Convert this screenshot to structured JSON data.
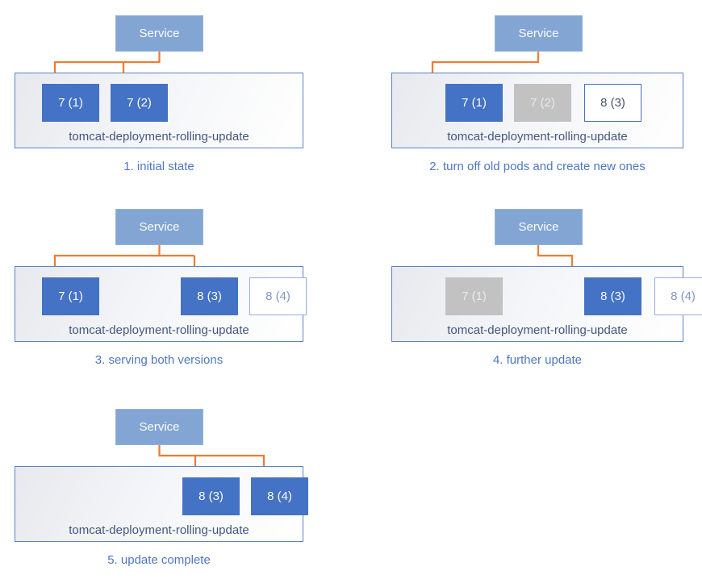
{
  "colors": {
    "pod_active_fill": "#4472C4",
    "pod_stopped_fill": "#C2C2C2",
    "pod_new_border": "#4472C4",
    "service_fill": "#82A5D3",
    "arrow_orange": "#ED7D31",
    "container_border": "#5B83C7",
    "deployment_label_text": "#44587E",
    "caption_text": "#4E77BE"
  },
  "panels": [
    {
      "caption": "1. initial state",
      "service_label": "Service",
      "deployment_label": "tomcat-deployment-rolling-update",
      "pods": [
        {
          "label": "7 (1)",
          "state": "active"
        },
        {
          "label": "7 (2)",
          "state": "active"
        }
      ]
    },
    {
      "caption": "2. turn off old pods and create new ones",
      "service_label": "Service",
      "deployment_label": "tomcat-deployment-rolling-update",
      "pods": [
        {
          "label": "7 (1)",
          "state": "active"
        },
        {
          "label": "7 (2)",
          "state": "stopped"
        },
        {
          "label": "8 (3)",
          "state": "new"
        }
      ]
    },
    {
      "caption": "3. serving both versions",
      "service_label": "Service",
      "deployment_label": "tomcat-deployment-rolling-update",
      "pods": [
        {
          "label": "7 (1)",
          "state": "active"
        },
        {
          "label": "8 (3)",
          "state": "active"
        },
        {
          "label": "8 (4)",
          "state": "pending"
        }
      ]
    },
    {
      "caption": "4. further update",
      "service_label": "Service",
      "deployment_label": "tomcat-deployment-rolling-update",
      "pods": [
        {
          "label": "7 (1)",
          "state": "stopped"
        },
        {
          "label": "8 (3)",
          "state": "active"
        },
        {
          "label": "8 (4)",
          "state": "pending"
        }
      ]
    },
    {
      "caption": "5. update complete",
      "service_label": "Service",
      "deployment_label": "tomcat-deployment-rolling-update",
      "pods": [
        {
          "label": "8 (3)",
          "state": "active"
        },
        {
          "label": "8 (4)",
          "state": "active"
        }
      ]
    }
  ]
}
